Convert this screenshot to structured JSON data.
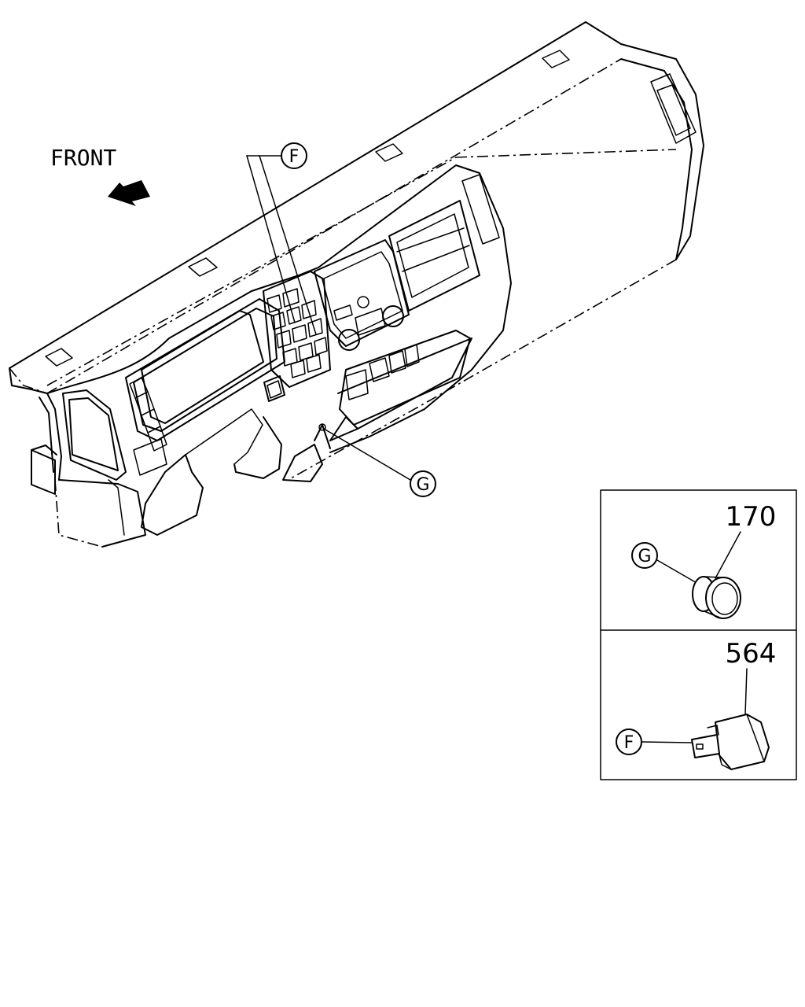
{
  "orientation": {
    "label": "FRONT",
    "icon": "front-arrow-icon"
  },
  "callouts": {
    "f_main": "F",
    "g_main": "G",
    "g_detail": "G",
    "f_detail": "F"
  },
  "parts": [
    {
      "number": "170",
      "callout": "G",
      "icon": "round-switch-cap-icon"
    },
    {
      "number": "564",
      "callout": "F",
      "icon": "rocker-switch-icon"
    }
  ]
}
